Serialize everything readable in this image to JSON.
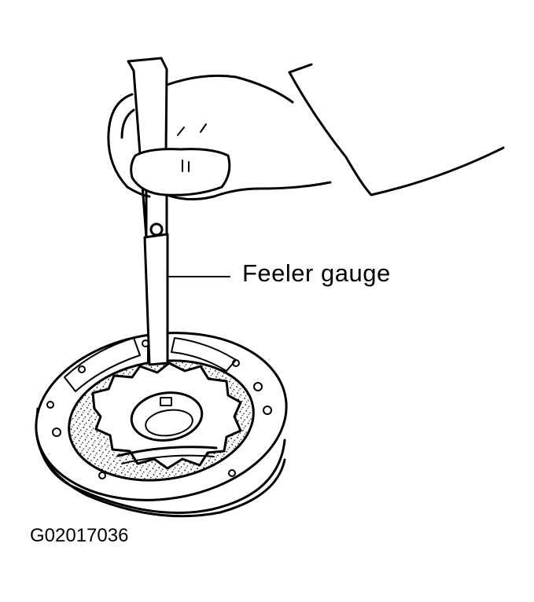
{
  "callout": {
    "label": "Feeler gauge"
  },
  "figure": {
    "code": "G02017036"
  },
  "icons": [
    "oil-pump-assembly",
    "hand",
    "feeler-gauge"
  ],
  "colors": {
    "ink": "#000000",
    "paper": "#ffffff"
  }
}
